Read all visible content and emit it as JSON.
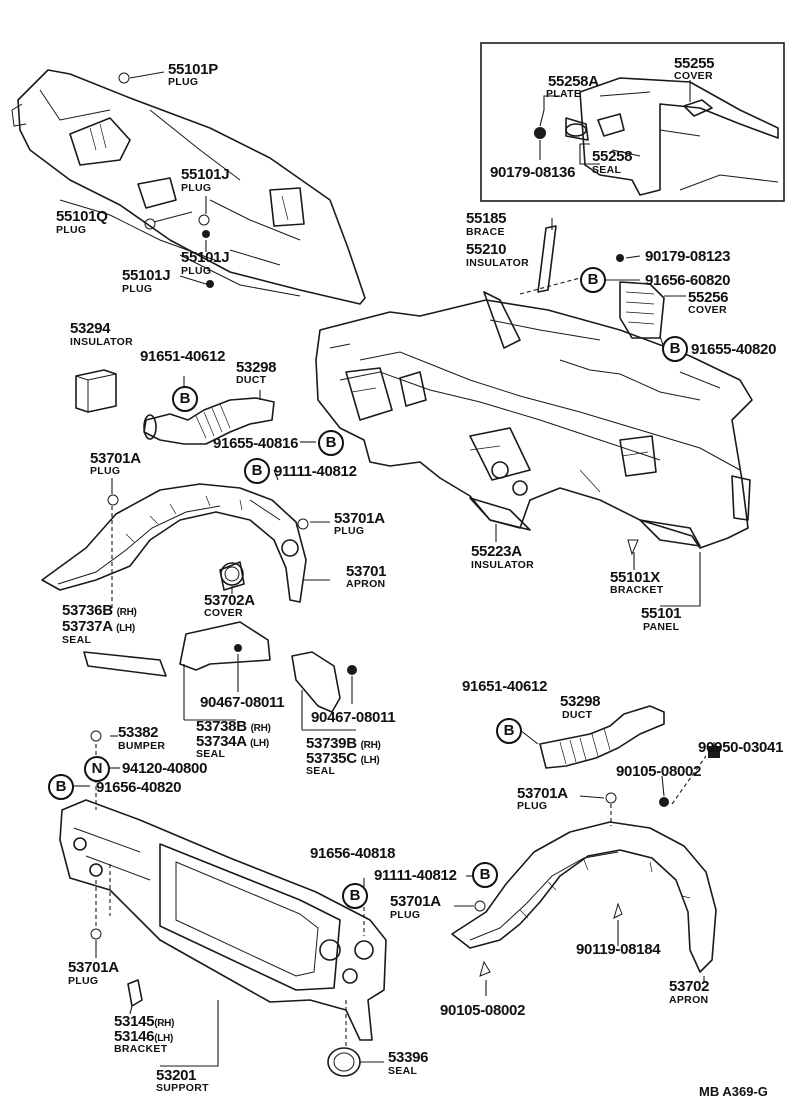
{
  "labels": {
    "p55101P": {
      "num": "55101P",
      "desc": "PLUG"
    },
    "p55255": {
      "num": "55255",
      "desc": "COVER"
    },
    "p55258A": {
      "num": "55258A",
      "desc": "PLATE"
    },
    "p55258": {
      "num": "55258",
      "desc": "SEAL"
    },
    "p90179_08136": {
      "num": "90179-08136"
    },
    "p55101J_a": {
      "num": "55101J",
      "desc": "PLUG"
    },
    "p55101Q": {
      "num": "55101Q",
      "desc": "PLUG"
    },
    "p55101J_b": {
      "num": "55101J",
      "desc": "PLUG"
    },
    "p55101J_c": {
      "num": "55101J",
      "desc": "PLUG"
    },
    "p55185": {
      "num": "55185",
      "desc": "BRACE"
    },
    "p55210": {
      "num": "55210",
      "desc": "INSULATOR"
    },
    "p90179_08123": {
      "num": "90179-08123"
    },
    "p91656_60820": {
      "num": "91656-60820"
    },
    "p55256": {
      "num": "55256",
      "desc": "COVER"
    },
    "p91655_40820": {
      "num": "91655-40820"
    },
    "p53294": {
      "num": "53294",
      "desc": "INSULATOR"
    },
    "p91651_40612_a": {
      "num": "91651-40612"
    },
    "p53298_a": {
      "num": "53298",
      "desc": "DUCT"
    },
    "p91655_40816": {
      "num": "91655-40816"
    },
    "p53701A_a": {
      "num": "53701A",
      "desc": "PLUG"
    },
    "p91111_40812_a": {
      "num": "91111-40812"
    },
    "p53701A_b": {
      "num": "53701A",
      "desc": "PLUG"
    },
    "p53701": {
      "num": "53701",
      "desc": "APRON"
    },
    "p53702A": {
      "num": "53702A",
      "desc": "COVER"
    },
    "p53736B": {
      "num": "53736B",
      "suffix": "(RH)"
    },
    "p53737A": {
      "num": "53737A",
      "suffix": "(LH)",
      "desc": "SEAL"
    },
    "p55223A": {
      "num": "55223A",
      "desc": "INSULATOR"
    },
    "p55101X": {
      "num": "55101X",
      "desc": "BRACKET"
    },
    "p55101": {
      "num": "55101",
      "desc": "PANEL"
    },
    "p90467_08011_a": {
      "num": "90467-08011"
    },
    "p90467_08011_b": {
      "num": "90467-08011"
    },
    "p53738B": {
      "num": "53738B",
      "suffix": "(RH)"
    },
    "p53734A": {
      "num": "53734A",
      "suffix": "(LH)",
      "desc": "SEAL"
    },
    "p53739B": {
      "num": "53739B",
      "suffix": "(RH)"
    },
    "p53735C": {
      "num": "53735C",
      "suffix": "(LH)",
      "desc": "SEAL"
    },
    "p53382": {
      "num": "53382",
      "desc": "BUMPER"
    },
    "p94120_40800": {
      "num": "94120-40800"
    },
    "p91656_40820": {
      "num": "91656-40820"
    },
    "p91651_40612_b": {
      "num": "91651-40612"
    },
    "p53298_b": {
      "num": "53298",
      "desc": "DUCT"
    },
    "p90950_03041": {
      "num": "90950-03041"
    },
    "p90105_08002_a": {
      "num": "90105-08002"
    },
    "p53701A_c": {
      "num": "53701A",
      "desc": "PLUG"
    },
    "p91656_40818": {
      "num": "91656-40818"
    },
    "p91111_40812_b": {
      "num": "91111-40812"
    },
    "p53701A_d": {
      "num": "53701A",
      "desc": "PLUG"
    },
    "p53701A_e": {
      "num": "53701A",
      "desc": "PLUG"
    },
    "p90119_08184": {
      "num": "90119-08184"
    },
    "p53145": {
      "num": "53145",
      "suffix": "(RH)"
    },
    "p53146": {
      "num": "53146",
      "suffix": "(LH)",
      "desc": "BRACKET"
    },
    "p53201": {
      "num": "53201",
      "desc": "SUPPORT"
    },
    "p53396": {
      "num": "53396",
      "desc": "SEAL"
    },
    "p90105_08002_b": {
      "num": "90105-08002"
    },
    "p53702": {
      "num": "53702",
      "desc": "APRON"
    }
  },
  "badges": {
    "b": "B",
    "n": "N"
  },
  "footer": {
    "code": "MB  A369-G"
  }
}
